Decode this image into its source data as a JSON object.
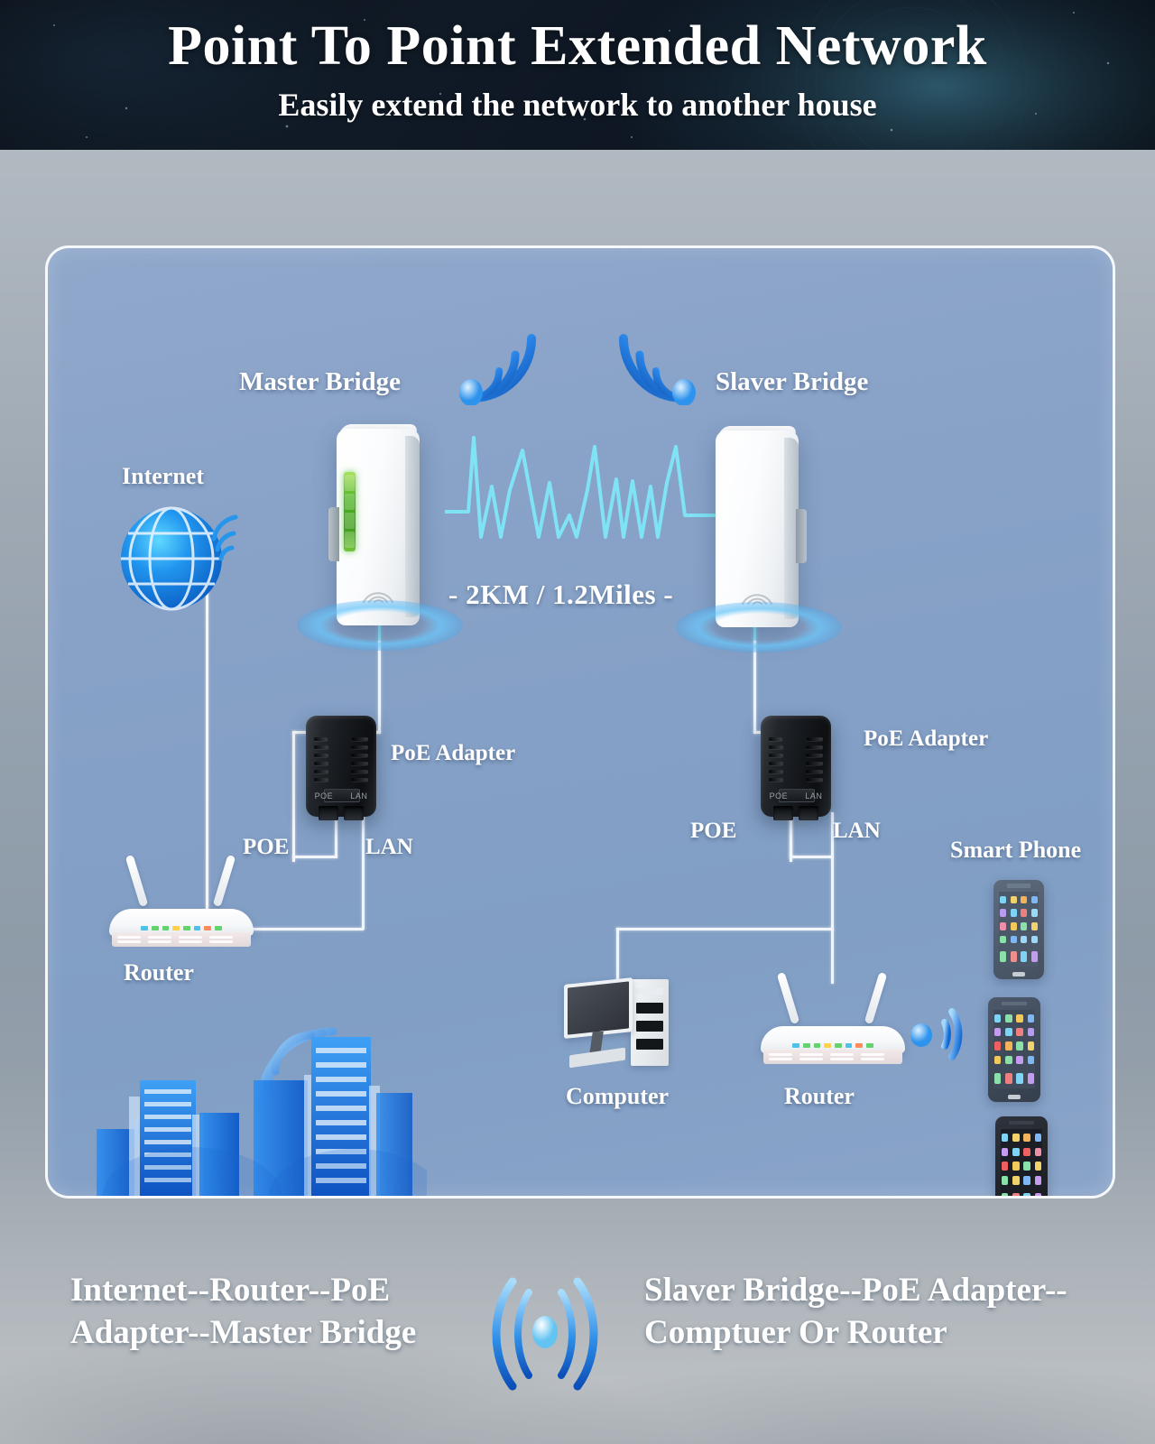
{
  "header": {
    "title": "Point To Point Extended Network",
    "subtitle": "Easily extend the network to another house"
  },
  "diagram": {
    "labels": {
      "master_bridge": "Master Bridge",
      "slaver_bridge": "Slaver Bridge",
      "internet": "Internet",
      "distance": "-  2KM / 1.2Miles -",
      "poe_adapter_left": "PoE Adapter",
      "poe_adapter_right": "PoE Adapter",
      "poe_port_left": "POE",
      "lan_port_left": "LAN",
      "poe_port_right": "POE",
      "lan_port_right": "LAN",
      "router_left": "Router",
      "router_right": "Router",
      "computer": "Computer",
      "smart_phone": "Smart Phone"
    },
    "icons": {
      "globe": "internet-globe-icon",
      "wifi_master": "wifi-signal-icon",
      "wifi_slaver": "wifi-signal-icon",
      "signal_wave": "signal-waveform-icon",
      "city": "city-buildings-icon"
    }
  },
  "footer": {
    "left_line1": "Internet--Router--PoE",
    "left_line2": "Adapter--Master Bridge",
    "center_icon": "broadcast-wifi-icon",
    "right_line1": "Slaver Bridge--PoE Adapter--",
    "right_line2": "Comptuer Or Router"
  },
  "colors": {
    "panel_bg": "#85a0c6",
    "header_bg": "#0b1119",
    "accent_blue": "#1f7fe0",
    "cyan_wave": "#7fe3f5",
    "led_green": "#4fb325",
    "cable": "#f2f6fa"
  }
}
